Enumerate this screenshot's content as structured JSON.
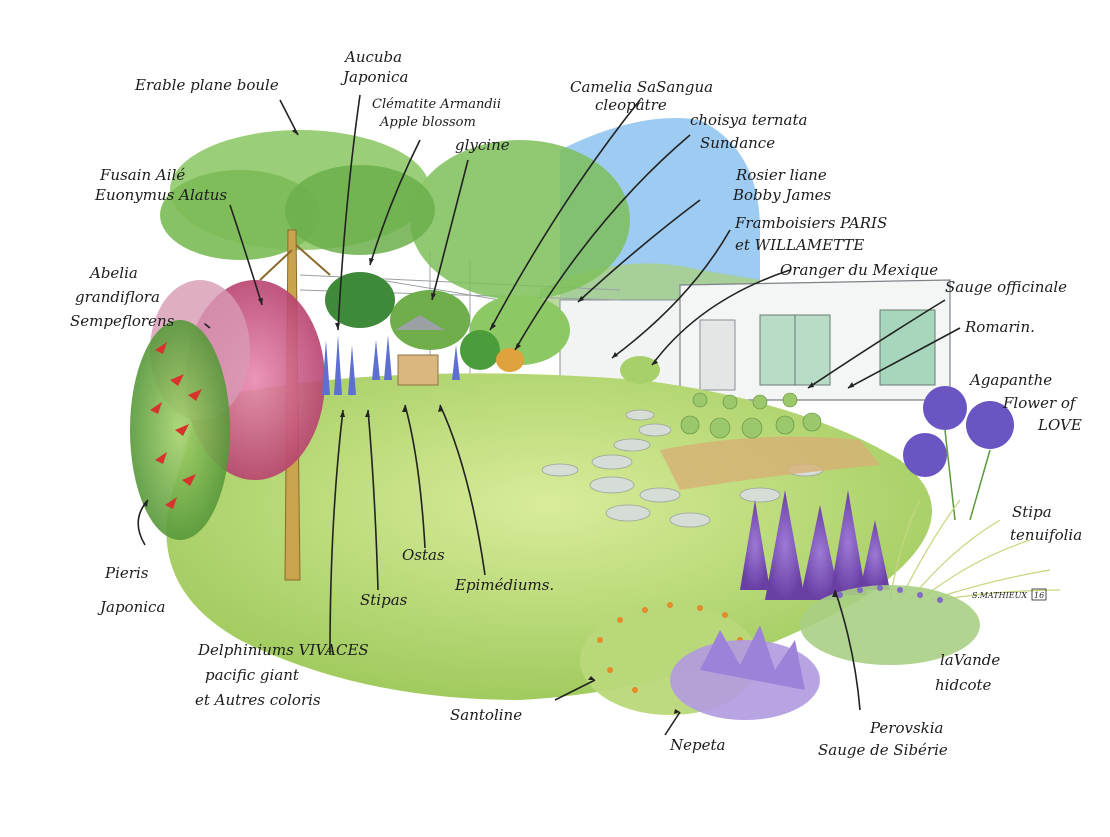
{
  "labels": {
    "erable": [
      "Erable plane boule"
    ],
    "aucuba": [
      "Aucuba",
      "Japonica"
    ],
    "clematite": [
      "Clématite Armandii",
      "Apple blossom"
    ],
    "glycine": [
      "glycine"
    ],
    "camelia": [
      "Camelia SaSangua",
      "cleopâtre"
    ],
    "choisya": [
      "choisya ternata",
      "Sundance"
    ],
    "fusain": [
      "Fusain Ailé",
      "Euonymus Alatus"
    ],
    "rosier": [
      "Rosier liane",
      "Bobby James"
    ],
    "framboisiers": [
      "Framboisiers PARIS",
      "et WILLAMETTE"
    ],
    "oranger": [
      "Oranger du Mexique"
    ],
    "sauge": [
      "Sauge officinale"
    ],
    "abelia": [
      "Abelia",
      "grandiflora",
      "Sempeflorens"
    ],
    "romarin": [
      "Romarin."
    ],
    "agapanthe": [
      "Agapanthe",
      "Flower of",
      "LOVE"
    ],
    "stipa_tenui": [
      "Stipa",
      "tenuifolia"
    ],
    "pieris": [
      "Pieris",
      "Japonica"
    ],
    "ostas": [
      "Ostas"
    ],
    "epimediums": [
      "Epimédiums."
    ],
    "stipas": [
      "Stipas"
    ],
    "signature": "S.MATHIEUX",
    "signature_year": "16",
    "delphiniums": [
      "Delphiniums VIVACES",
      "pacific giant",
      "et Autres coloris"
    ],
    "lavande": [
      "laVande",
      "hidcote"
    ],
    "santoline": [
      "Santoline"
    ],
    "nepeta": [
      "Nepeta"
    ],
    "perovskia": [
      "Perovskia",
      "Sauge de Sibérie"
    ]
  },
  "colors": {
    "lawn": "#b7d86a",
    "sky": "#6fb0e8",
    "lavender": "#7a4fb5",
    "pink": "#d85b8c",
    "red": "#d6332d",
    "foliage": "#5aa33a",
    "path_stone": "#cfd7cf"
  }
}
